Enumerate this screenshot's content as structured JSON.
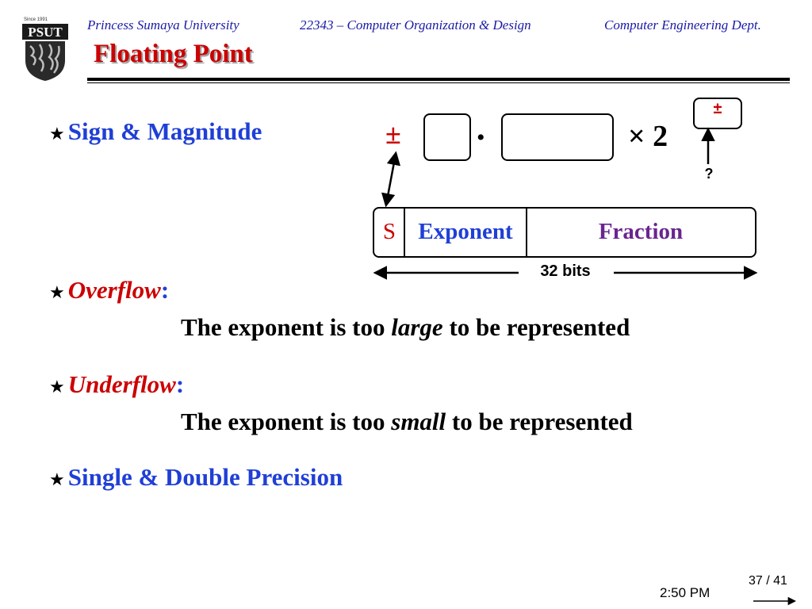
{
  "header": {
    "logo_top": "Since 1991",
    "logo_text": "PSUT",
    "university": "Princess Sumaya University",
    "course": "22343 – Computer Organization & Design",
    "department": "Computer Engineering Dept."
  },
  "slide": {
    "title": "Floating Point"
  },
  "bullets": [
    {
      "label": "Sign & Magnitude"
    },
    {
      "label": "Overflow",
      "colon": ":",
      "body": [
        "The exponent is too ",
        "large",
        " to be represented"
      ]
    },
    {
      "label": "Underflow",
      "colon": ":",
      "body": [
        "The exponent is too ",
        "small",
        " to be represented"
      ]
    },
    {
      "label": "Single & Double Precision"
    }
  ],
  "diagram": {
    "sign_symbol": "±",
    "dot": "•",
    "times_base": "× 2",
    "exponent_sign": "±",
    "question": "?",
    "fields": {
      "s": "S",
      "exponent": "Exponent",
      "fraction": "Fraction"
    },
    "width_label": "32 bits"
  },
  "footer": {
    "page": "37 / 41",
    "time": "2:50 PM"
  },
  "colors": {
    "title_red": "#cc0000",
    "header_blue": "#1a1aa6",
    "bullet_blue": "#1f3fd6",
    "fraction_purple": "#6a2590"
  }
}
